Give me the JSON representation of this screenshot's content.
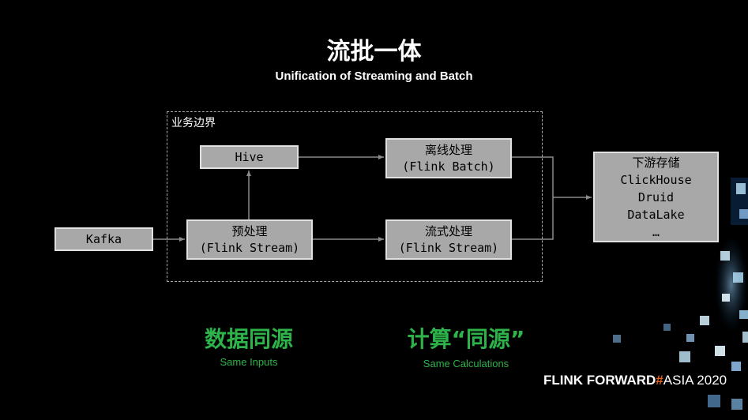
{
  "title": "流批一体",
  "subtitle": "Unification of Streaming and Batch",
  "boundary_label": "业务边界",
  "nodes": {
    "kafka": [
      "Kafka"
    ],
    "hive": [
      "Hive"
    ],
    "preprocess": [
      "预处理",
      "(Flink Stream)"
    ],
    "offline": [
      "离线处理",
      "(Flink Batch)"
    ],
    "streaming": [
      "流式处理",
      "(Flink Stream)"
    ],
    "storage": [
      "下游存储",
      "ClickHouse",
      "Druid",
      "DataLake",
      "…"
    ]
  },
  "footer": {
    "left_title": "数据同源",
    "left_sub": "Same Inputs",
    "right_title": "计算“同源”",
    "right_sub": "Same Calculations"
  },
  "brand": {
    "part1": "FLINK FORWARD",
    "hash": "#",
    "part2": "ASIA 2020"
  },
  "colors": {
    "accent_green": "#2db34a",
    "brand_orange": "#e8611a",
    "node_fill": "#a8a8a8"
  }
}
